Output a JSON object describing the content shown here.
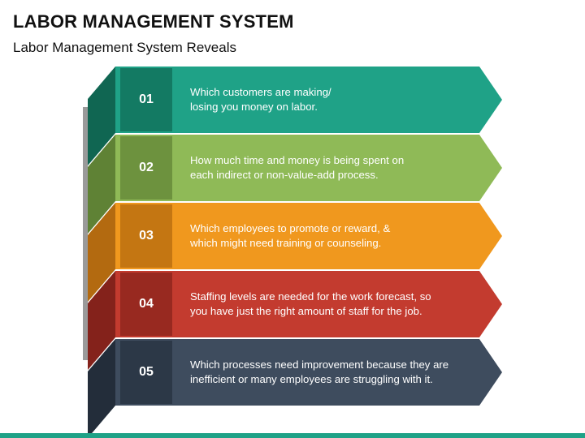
{
  "header": {
    "title": "LABOR MANAGEMENT SYSTEM",
    "subtitle": "Labor Management System Reveals"
  },
  "items": [
    {
      "number": "01",
      "text": "Which customers are making/\nlosing you money on labor.",
      "color": "#1fa287",
      "dark": "#137a63",
      "fold": "#106652"
    },
    {
      "number": "02",
      "text": "How much time and money is being spent on\neach indirect or non-value-add process.",
      "color": "#8fba57",
      "dark": "#6d923e",
      "fold": "#5f8235"
    },
    {
      "number": "03",
      "text": "Which employees to promote or reward, &\nwhich might need training or counseling.",
      "color": "#f0981e",
      "dark": "#c47612",
      "fold": "#b36a10"
    },
    {
      "number": "04",
      "text": "Staffing levels are needed for the work forecast, so\nyou have just the right amount of staff for the job.",
      "color": "#c33b2f",
      "dark": "#982920",
      "fold": "#84221b"
    },
    {
      "number": "05",
      "text": "Which processes need improvement because they are\ninefficient or many employees are struggling with it.",
      "color": "#3e4c5e",
      "dark": "#2c3847",
      "fold": "#232d3a"
    }
  ],
  "accent_color": "#1fa287"
}
